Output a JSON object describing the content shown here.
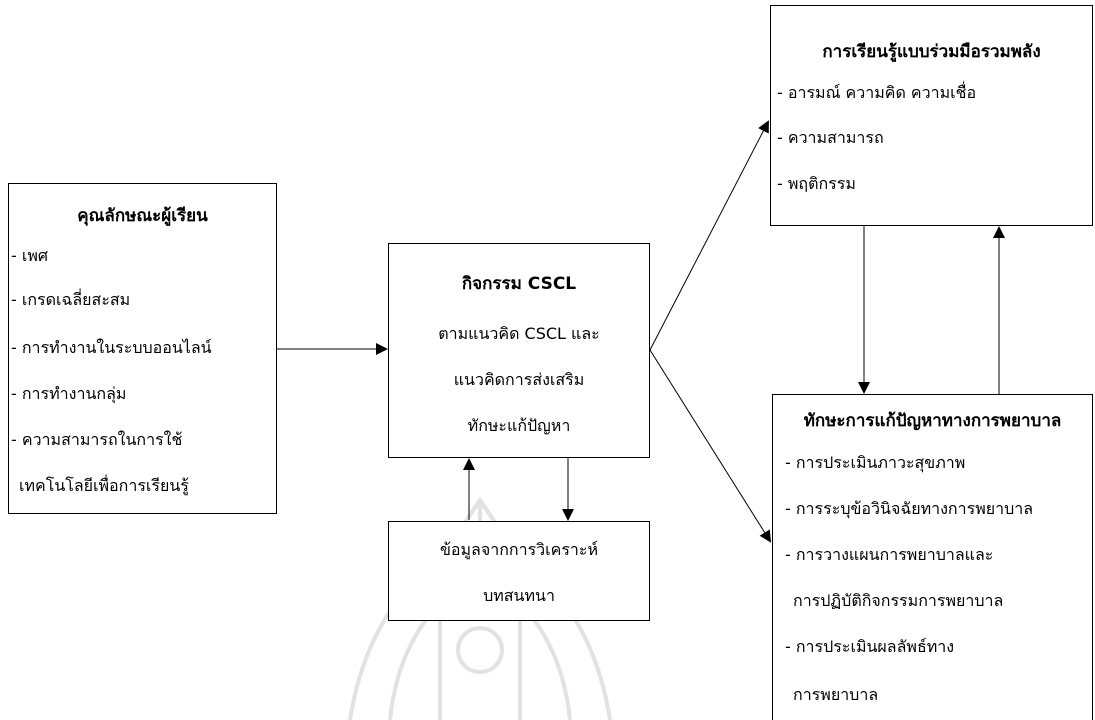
{
  "learner": {
    "title": "คุณลักษณะผู้เรียน",
    "items": [
      "- เพศ",
      "- เกรดเฉลี่ยสะสม",
      "- การทำงานในระบบออนไลน์",
      "- การทำงานกลุ่ม",
      "- ความสามารถในการใช้",
      "เทคโนโลยีเพื่อการเรียนรู้"
    ]
  },
  "cscl": {
    "title": "กิจกรรม CSCL",
    "lines": [
      "ตามแนวคิด CSCL และ",
      "แนวคิดการส่งเสริม",
      "ทักษะแก้ปัญหา"
    ]
  },
  "analysis": {
    "lines": [
      "ข้อมูลจากการวิเคราะห์",
      "บทสนทนา"
    ]
  },
  "collab": {
    "title": "การเรียนรู้แบบร่วมมือรวมพลัง",
    "items": [
      "- อารมณ์ ความคิด ความเชื่อ",
      "- ความสามารถ",
      "- พฤติกรรม"
    ]
  },
  "nursing": {
    "title": "ทักษะการแก้ปัญหาทางการพยาบาล",
    "items": [
      "- การประเมินภาวะสุขภาพ",
      "- การระบุข้อวินิจฉัยทางการพยาบาล",
      "- การวางแผนการพยาบาลและ",
      "การปฏิบัติกิจกรรมการพยาบาล",
      "- การประเมินผลลัพธ์ทาง",
      "การพยาบาล"
    ]
  },
  "colors": {
    "line": "#000000",
    "watermark": "#e6e6e6"
  }
}
